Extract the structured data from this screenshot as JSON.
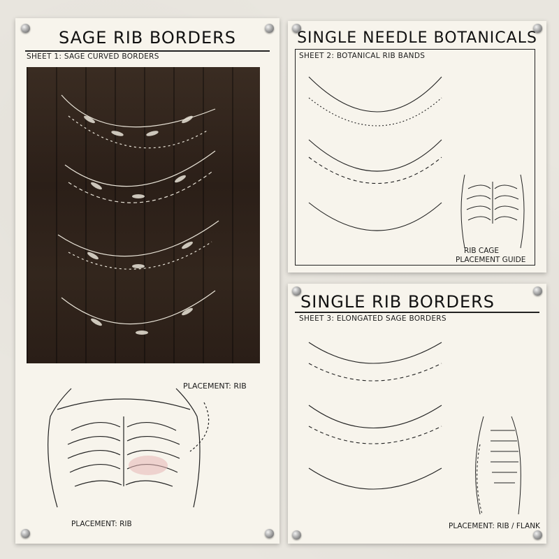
{
  "sheets": [
    {
      "title": "SAGE RIB BORDERS",
      "subtitle": "SHEET 1: SAGE CURVED BORDERS",
      "captions": [
        "PLACEMENT: RIB",
        "PLACEMENT: RIB"
      ]
    },
    {
      "title": "SINGLE NEEDLE BOTANICALS",
      "subtitle": "SHEET 2: BOTANICAL RIB BANDS",
      "captions": [
        "RIB CAGE",
        "PLACEMENT GUIDE"
      ]
    },
    {
      "title": "SINGLE RIB BORDERS",
      "subtitle": "SHEET 3: ELONGATED SAGE BORDERS",
      "captions": [
        "PLACEMENT: RIB / FLANK"
      ]
    }
  ],
  "colors": {
    "paper": "#f7f4ec",
    "wall": "#e9e6df",
    "wood": "#2f231b",
    "ink": "#1b1b1b",
    "highlight": "#e8b7b7"
  },
  "icons": [
    "pushpin-icon",
    "rib-cage-illustration",
    "sage-branch-illustration",
    "torso-side-illustration"
  ]
}
